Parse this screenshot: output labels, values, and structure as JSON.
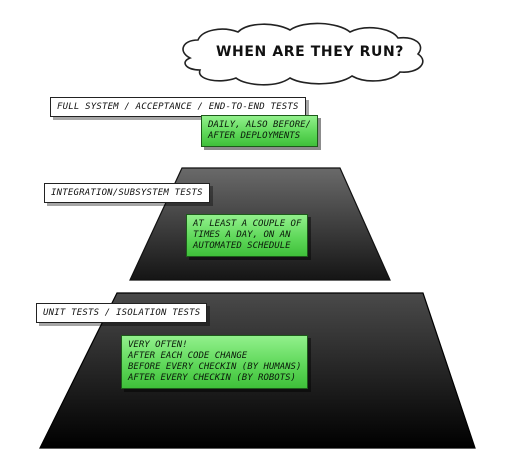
{
  "cloud": {
    "label": "WHEN ARE THEY RUN?"
  },
  "tiers": [
    {
      "name": "FULL SYSTEM / ACCEPTANCE / END-TO-END TESTS",
      "when": [
        "DAILY, ALSO BEFORE/",
        "AFTER DEPLOYMENTS"
      ]
    },
    {
      "name": "INTEGRATION/SUBSYSTEM TESTS",
      "when": [
        "AT LEAST A COUPLE OF",
        "TIMES A DAY, ON AN",
        "AUTOMATED SCHEDULE"
      ]
    },
    {
      "name": "UNIT TESTS / ISOLATION TESTS",
      "when": [
        "VERY OFTEN!",
        "AFTER EACH CODE CHANGE",
        "BEFORE EVERY CHECKIN (BY HUMANS)",
        "AFTER EVERY CHECKIN (BY ROBOTS)"
      ]
    }
  ],
  "colors": {
    "note_green": "#5fd85a",
    "pyramid_dark": "#111111"
  }
}
